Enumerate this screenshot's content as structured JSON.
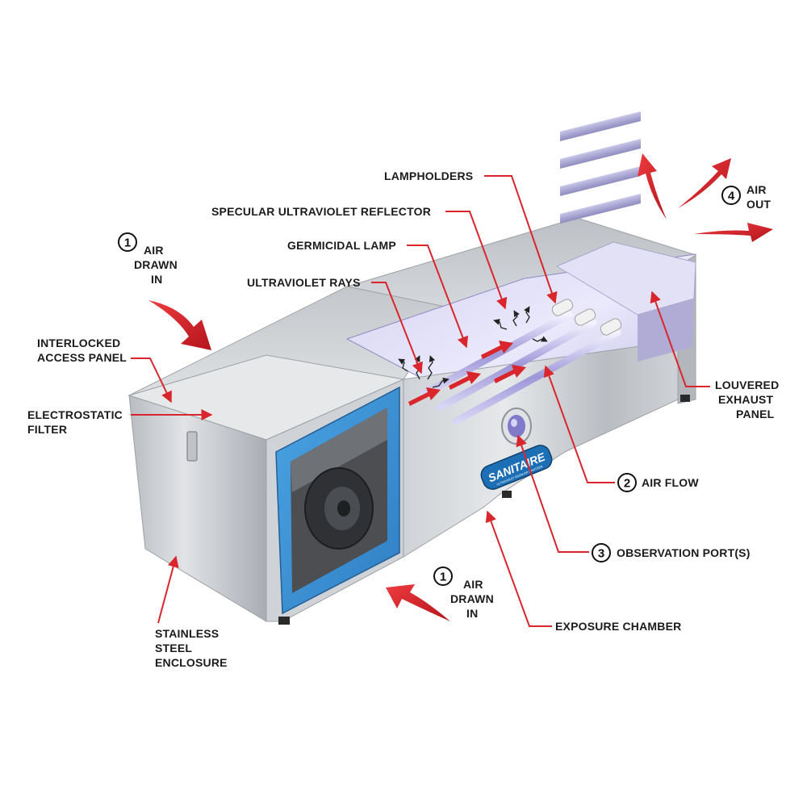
{
  "colors": {
    "red_arrow": "#d9262c",
    "steel": "#c9ccd0",
    "filter_blue": "#3a93d6",
    "uv_violet": "#b9b4e6",
    "badge_blue": "#1d6fb5"
  },
  "brand": {
    "name": "SANITAIRE",
    "tagline": "ULTRAVIOLET ROOM AIR SANITIZER"
  },
  "labels": {
    "lampholders": "LAMPHOLDERS",
    "reflector": "SPECULAR ULTRAVIOLET REFLECTOR",
    "lamp": "GERMICIDAL LAMP",
    "uv_rays": "ULTRAVIOLET RAYS",
    "interlocked": [
      "INTERLOCKED",
      "ACCESS PANEL"
    ],
    "electrostatic": [
      "ELECTROSTATIC",
      "FILTER"
    ],
    "stainless": [
      "STAINLESS",
      "STEEL",
      "ENCLOSURE"
    ],
    "louvered": [
      "LOUVERED",
      "EXHAUST",
      "PANEL"
    ],
    "exposure": "EXPOSURE CHAMBER"
  },
  "steps": {
    "air_in_top": {
      "number": "1",
      "lines": [
        "AIR",
        "DRAWN",
        "IN"
      ]
    },
    "air_in_bottom": {
      "number": "1",
      "lines": [
        "AIR",
        "DRAWN",
        "IN"
      ]
    },
    "air_flow": {
      "number": "2",
      "text": "AIR FLOW"
    },
    "observation": {
      "number": "3",
      "text": "OBSERVATION PORT(S)"
    },
    "air_out": {
      "number": "4",
      "lines": [
        "AIR",
        "OUT"
      ]
    }
  }
}
